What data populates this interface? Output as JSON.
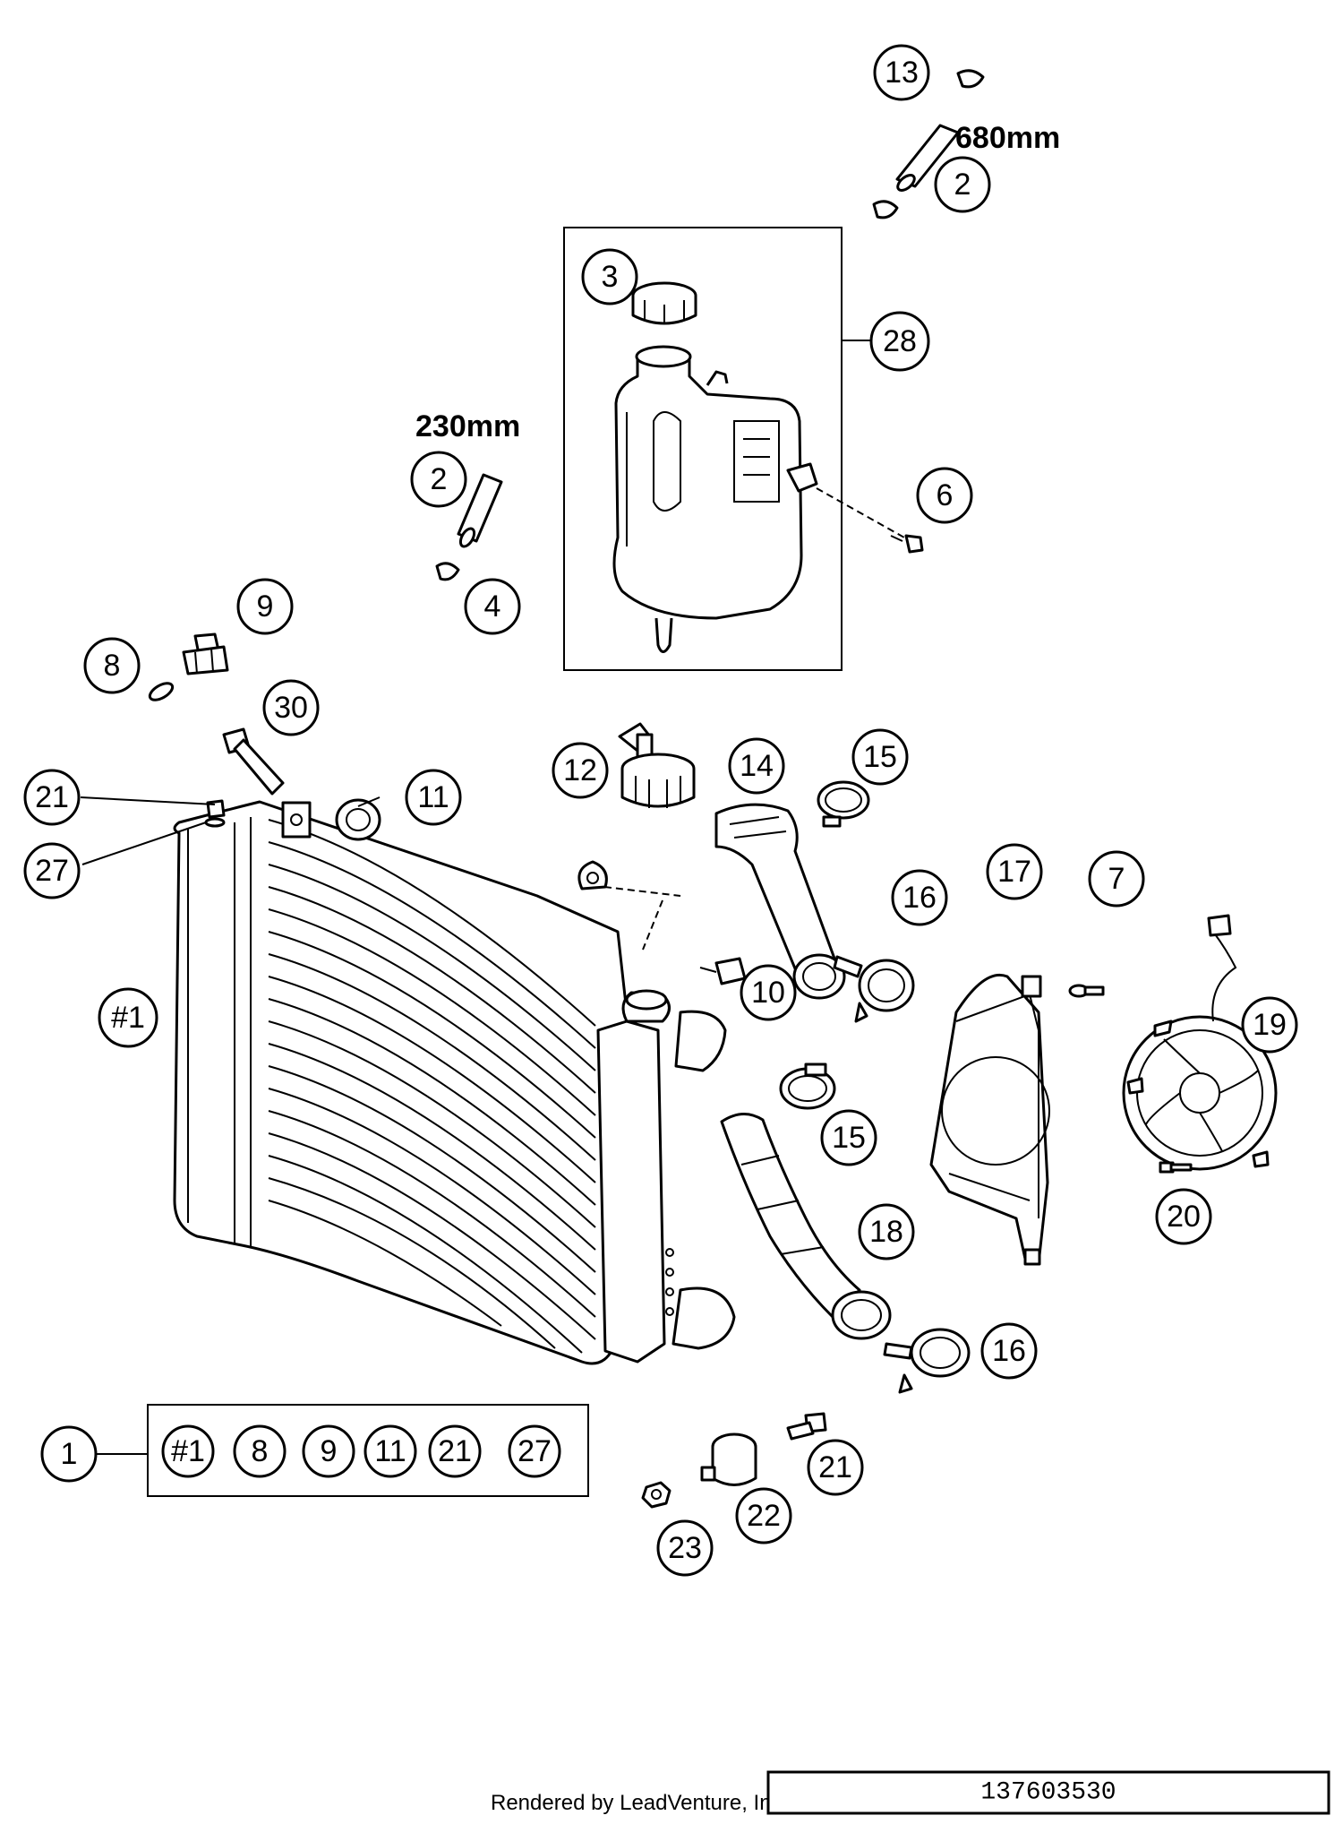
{
  "callouts": {
    "c13": "13",
    "c2a": "2",
    "c3": "3",
    "c28": "28",
    "c2b": "2",
    "c4": "4",
    "c6": "6",
    "c9": "9",
    "c8": "8",
    "c30": "30",
    "c12": "12",
    "c14": "14",
    "c15a": "15",
    "c21a": "21",
    "c11": "11",
    "c27": "27",
    "c17": "17",
    "c7": "7",
    "c16a": "16",
    "c10": "10",
    "h1": "#1",
    "c19": "19",
    "c15b": "15",
    "c20": "20",
    "c18": "18",
    "c16b": "16",
    "c1": "1",
    "c21b": "21",
    "c22": "22",
    "c23": "23"
  },
  "kit": [
    "#1",
    "8",
    "9",
    "11",
    "21",
    "27"
  ],
  "dimensions": {
    "hose_long": "680mm",
    "hose_short": "230mm"
  },
  "footer": {
    "credit": "Rendered by LeadVenture, Inc.",
    "reference": "137603530"
  }
}
